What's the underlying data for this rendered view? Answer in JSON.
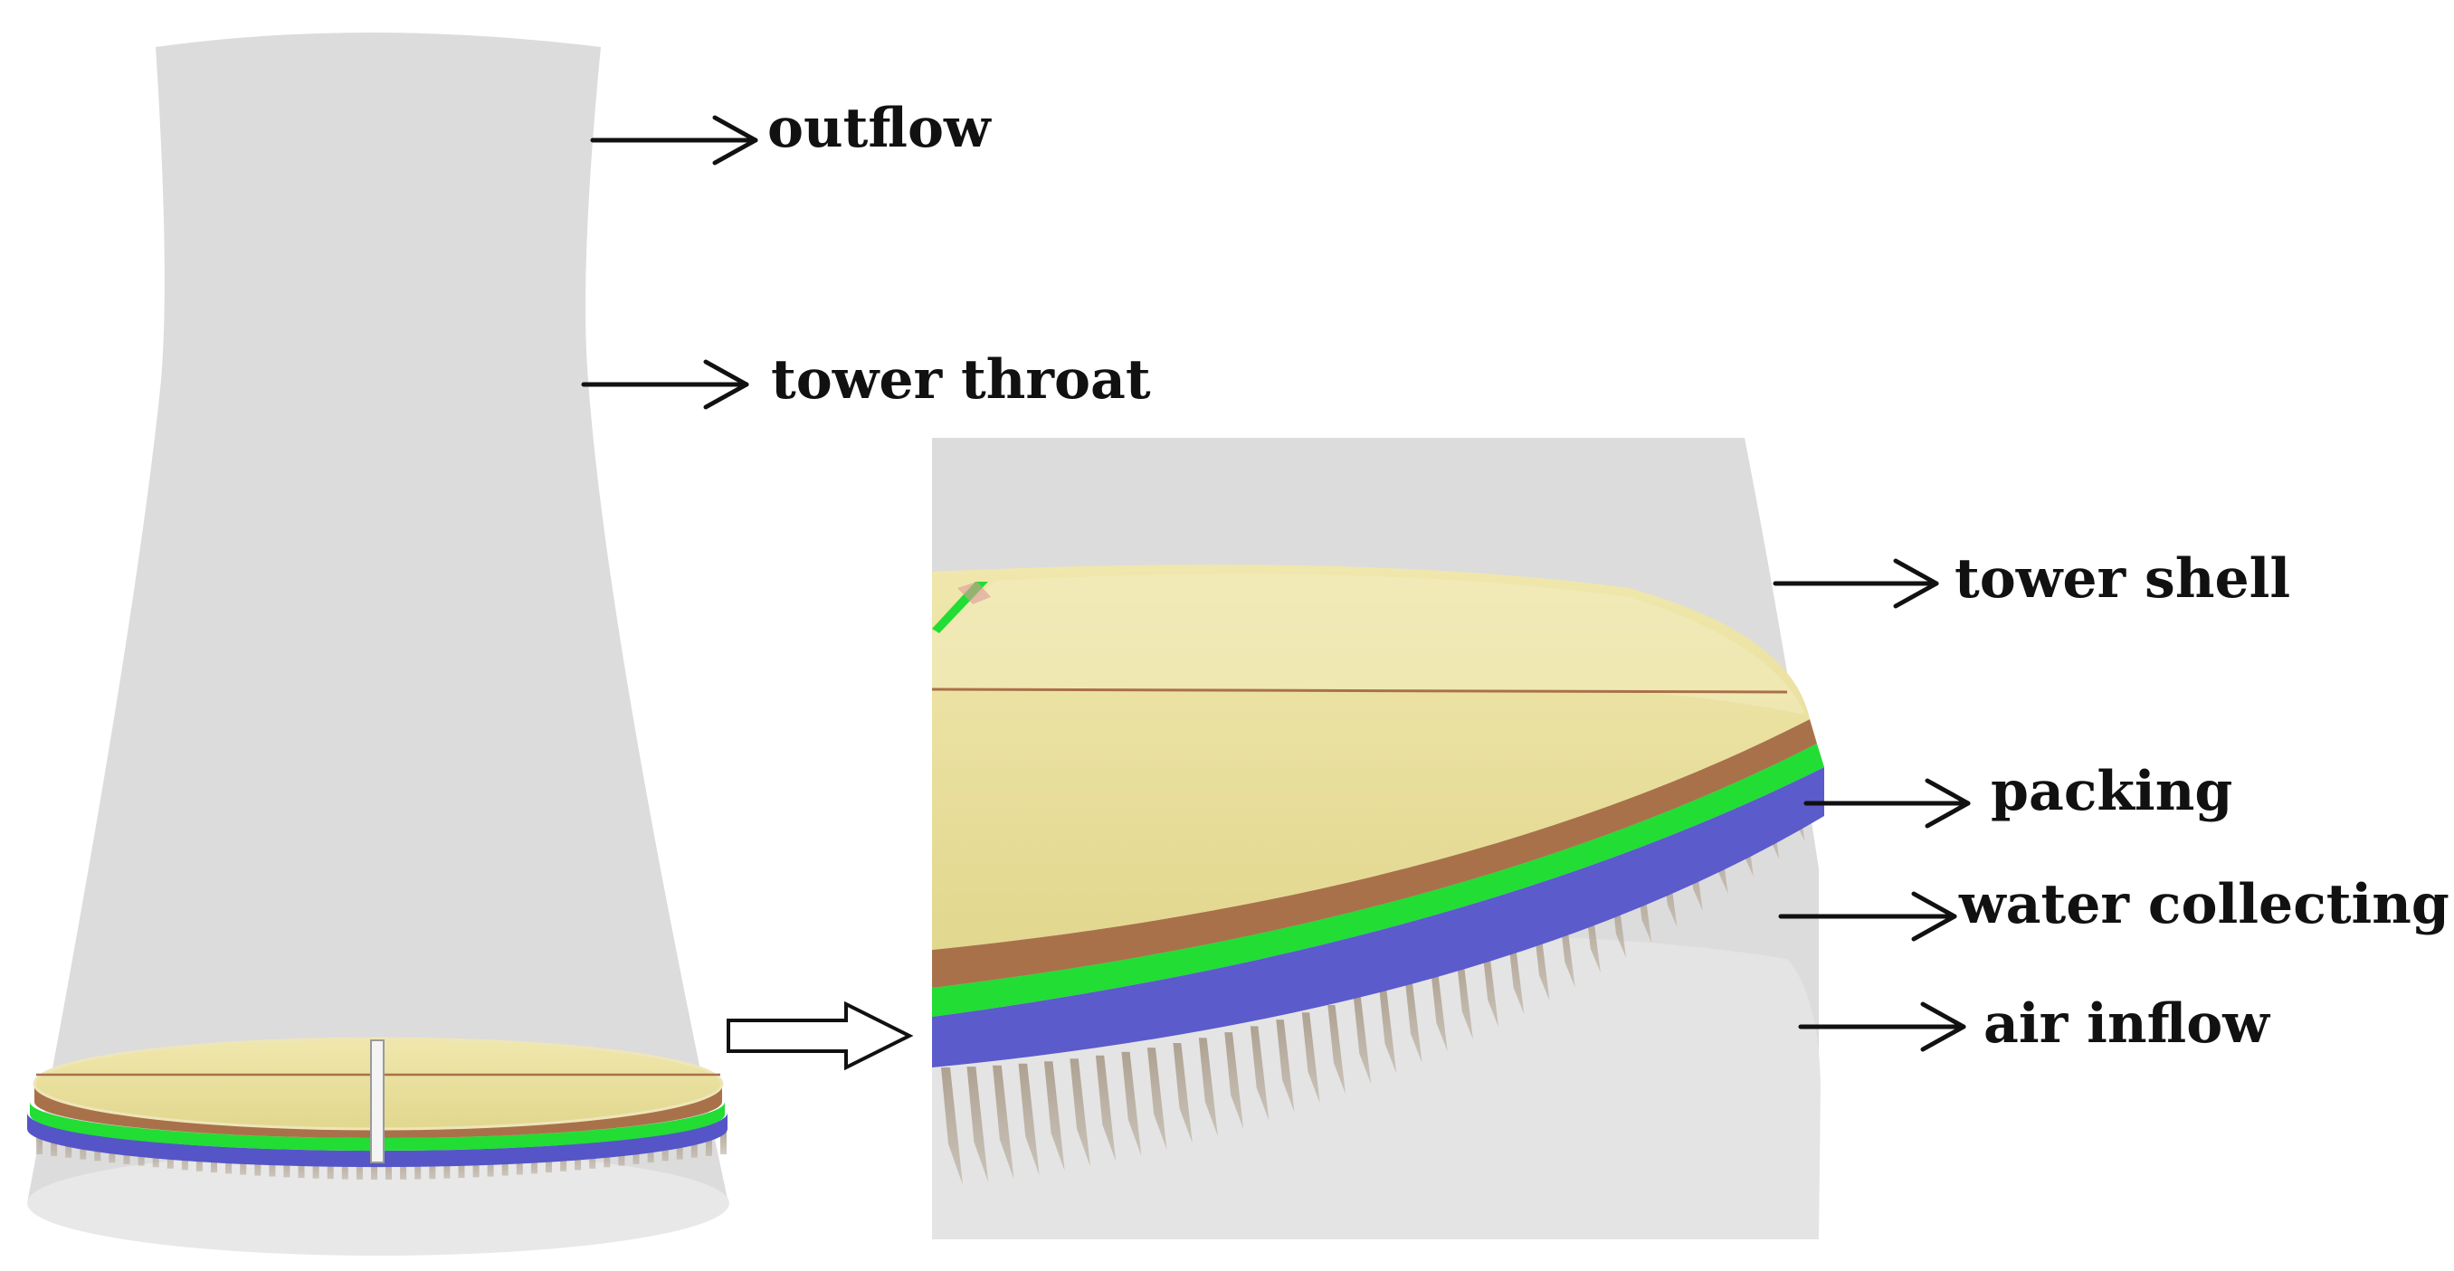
{
  "labels": {
    "outflow": "outflow",
    "tower_throat": "tower throat",
    "tower_shell": "tower shell",
    "packing": "packing",
    "water_collecting": "water collecting",
    "air_inflow": "air inflow"
  },
  "colors": {
    "shell": "#dcdcdc",
    "shell_light": "#e6e6e6",
    "packing_top": "#e6dc96",
    "packing_rim": "#a9714a",
    "water_collecting": "#22dd33",
    "air_inflow": "#5555c8",
    "struts": "#a89a88",
    "arrow": "#111111"
  }
}
